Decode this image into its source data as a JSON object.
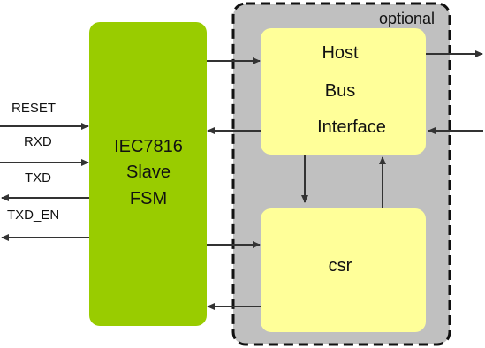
{
  "optional_region": {
    "label": "optional"
  },
  "fsm_block": {
    "lines": [
      "IEC7816",
      "Slave",
      "FSM"
    ]
  },
  "host_bus_interface_block": {
    "lines": [
      "Host",
      "Bus",
      "Interface"
    ]
  },
  "csr_block": {
    "label": "csr"
  },
  "signals": {
    "reset": "RESET",
    "rxd": "RXD",
    "txd": "TXD",
    "txd_en": "TXD_EN"
  },
  "colors": {
    "fsm_fill": "#99cc00",
    "block_fill": "#ffff99",
    "optional_fill": "#c0c0c0",
    "arrow": "#333333"
  }
}
